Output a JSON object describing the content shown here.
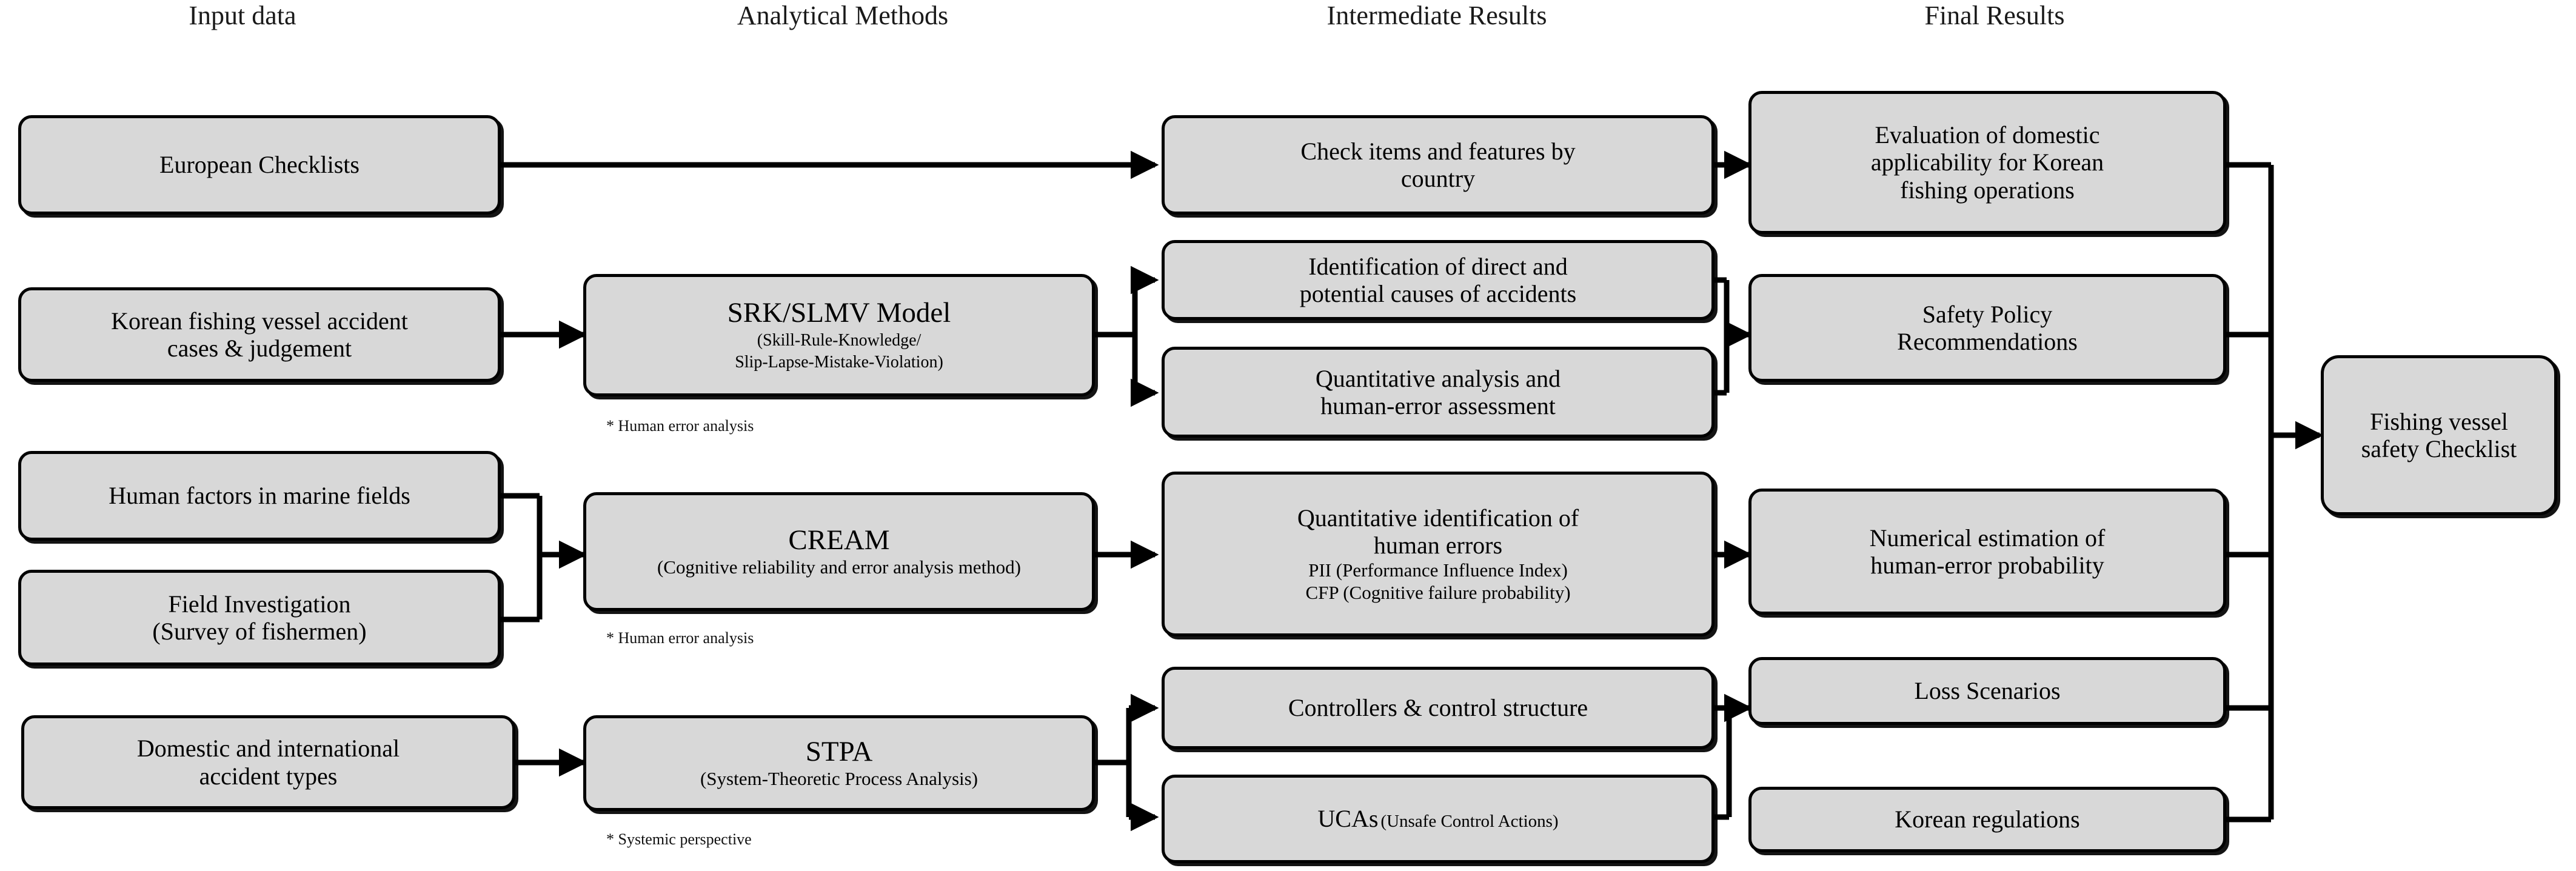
{
  "headers": [
    {
      "label": "Input data"
    },
    {
      "label": "Analytical Methods"
    },
    {
      "label": "Intermediate Results"
    },
    {
      "label": "Final Results"
    }
  ],
  "input_nodes": [
    {
      "label": "European Checklists"
    },
    {
      "line1": "Korean fishing vessel accident",
      "line2": "cases & judgement"
    },
    {
      "label": "Human factors in marine fields"
    },
    {
      "line1": "Field Investigation",
      "line2": "(Survey of fishermen)"
    },
    {
      "line1": "Domestic and international",
      "line2": "accident types"
    }
  ],
  "method_nodes": [
    {
      "title": "SRK/SLMV Model",
      "sub1": "(Skill-Rule-Knowledge/",
      "sub2": "Slip-Lapse-Mistake-Violation)",
      "note": "* Human error analysis"
    },
    {
      "title": "CREAM",
      "sub1": "(Cognitive reliability and error analysis method)",
      "note": "* Human error analysis"
    },
    {
      "title": "STPA",
      "sub1": "(System-Theoretic Process Analysis)",
      "note": "* Systemic perspective"
    }
  ],
  "intermediate_nodes": [
    {
      "line1": "Check items and features by",
      "line2": "country"
    },
    {
      "line1": "Identification of direct and",
      "line2": "potential causes of accidents"
    },
    {
      "line1": "Quantitative analysis and",
      "line2": "human-error assessment"
    },
    {
      "line1": "Quantitative identification of",
      "line2": "human errors",
      "line3": "PII (Performance Influence Index)",
      "line4": "CFP (Cognitive failure probability)"
    },
    {
      "label": "Controllers & control structure"
    },
    {
      "label": "UCAs",
      "label_small": "(Unsafe Control Actions)"
    }
  ],
  "final_nodes": [
    {
      "line1": "Evaluation of domestic",
      "line2": "applicability for Korean",
      "line3": "fishing operations"
    },
    {
      "line1": "Safety Policy",
      "line2": "Recommendations"
    },
    {
      "line1": "Numerical estimation of",
      "line2": "human-error probability"
    },
    {
      "label": "Loss Scenarios"
    },
    {
      "label": "Korean regulations"
    }
  ],
  "output_node": {
    "line1": "Fishing vessel",
    "line2": "safety Checklist"
  },
  "colors": {
    "node_fill": "#d8d8d8",
    "node_border": "#000000",
    "wire": "#000000",
    "background": "#ffffff",
    "text": "#000000"
  }
}
